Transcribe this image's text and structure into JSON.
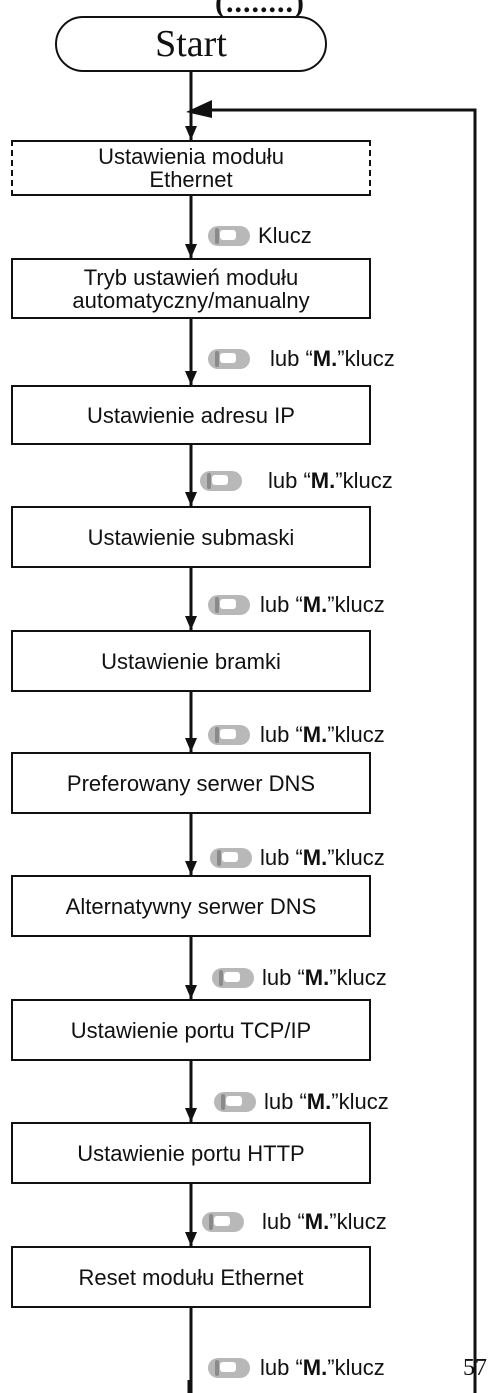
{
  "header_fragment": "(........)",
  "start_label": "Start",
  "boxes": [
    {
      "line1": "Ustawienia modułu",
      "line2": "Ethernet"
    },
    {
      "line1": "Tryb ustawień  modułu",
      "line2": "automatyczny/manualny"
    },
    {
      "line1": "Ustawienie adresu IP",
      "line2": ""
    },
    {
      "line1": "Ustawienie submaski",
      "line2": ""
    },
    {
      "line1": "Ustawienie bramki",
      "line2": ""
    },
    {
      "line1": "Preferowany serwer DNS",
      "line2": ""
    },
    {
      "line1": "Alternatywny serwer DNS",
      "line2": ""
    },
    {
      "line1": "Ustawienie portu TCP/IP",
      "line2": ""
    },
    {
      "line1": "Ustawienie portu HTTP",
      "line2": ""
    },
    {
      "line1": "Reset modułu Ethernet",
      "line2": ""
    }
  ],
  "key_label": "Klucz",
  "step_prefix": "lub “",
  "step_key": "M.",
  "step_suffix": "”klucz",
  "page_number": "57",
  "icons": {
    "key": "keyboard-key-icon"
  }
}
